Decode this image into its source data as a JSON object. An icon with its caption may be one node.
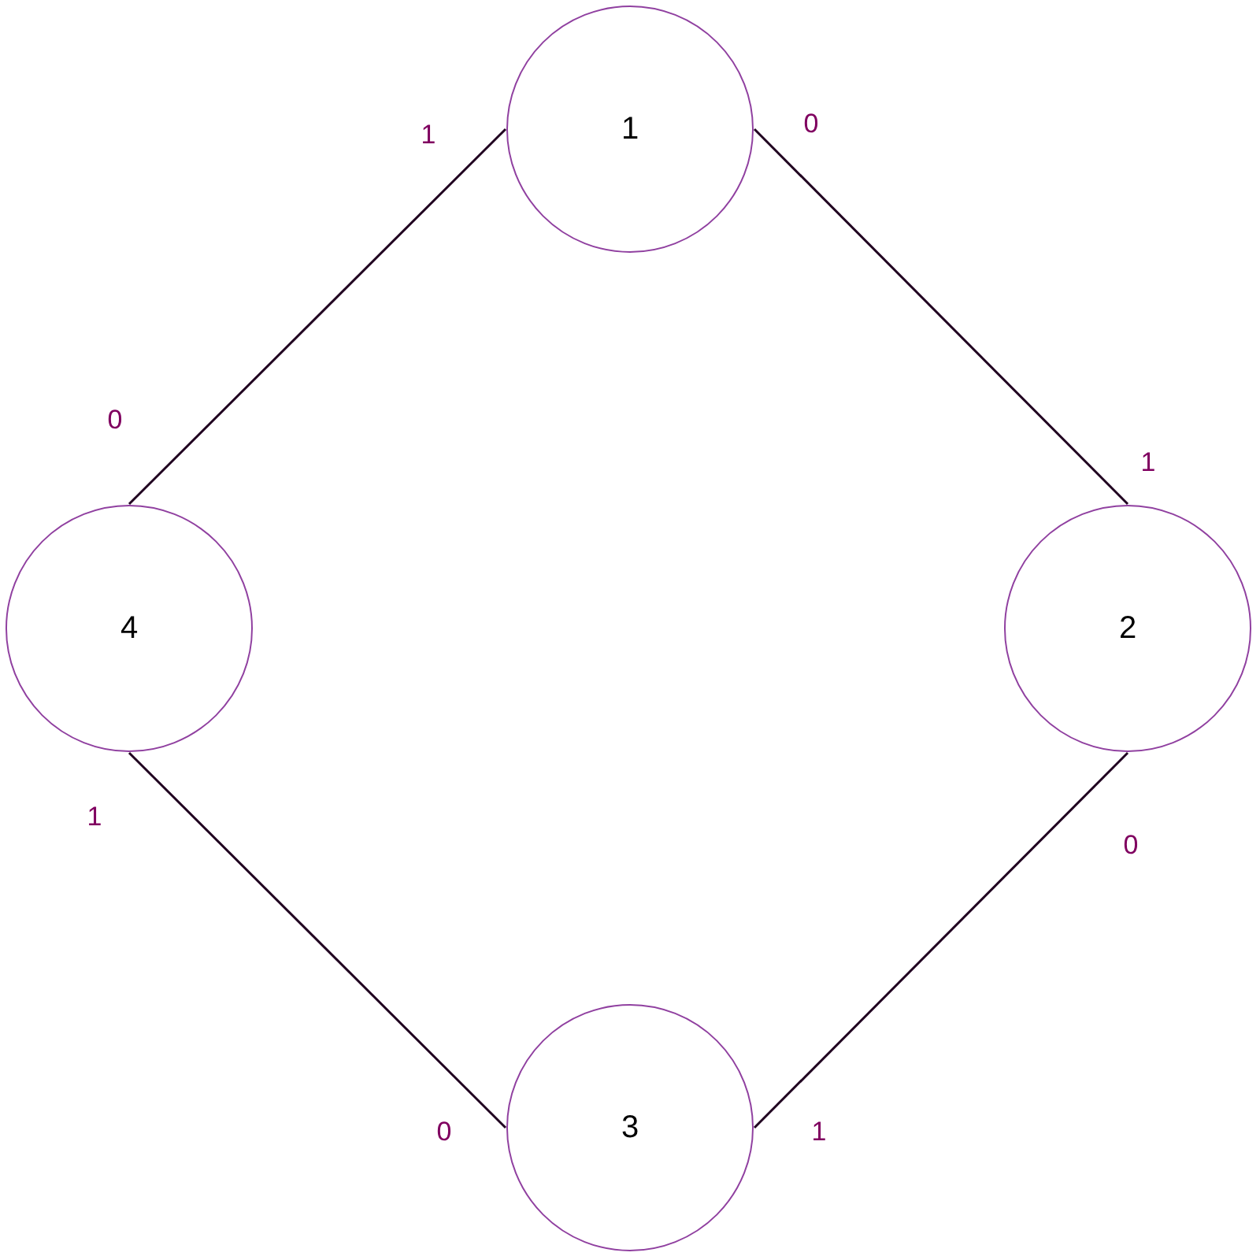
{
  "diagram": {
    "nodes": [
      {
        "text": [
          "1"
        ]
      },
      {
        "text": [
          "2"
        ]
      },
      {
        "text": [
          "3"
        ]
      },
      {
        "text": [
          "4"
        ]
      }
    ],
    "edges": [
      {
        "from": 0,
        "to": 1,
        "arrow": "none"
      },
      {
        "from": 1,
        "to": 2,
        "arrow": "none"
      },
      {
        "from": 2,
        "to": 3,
        "arrow": "none"
      },
      {
        "from": 3,
        "to": 0,
        "arrow": "none"
      }
    ],
    "labels": [
      "1",
      "0",
      "0",
      "1",
      "1",
      "0",
      "0",
      "1"
    ]
  }
}
